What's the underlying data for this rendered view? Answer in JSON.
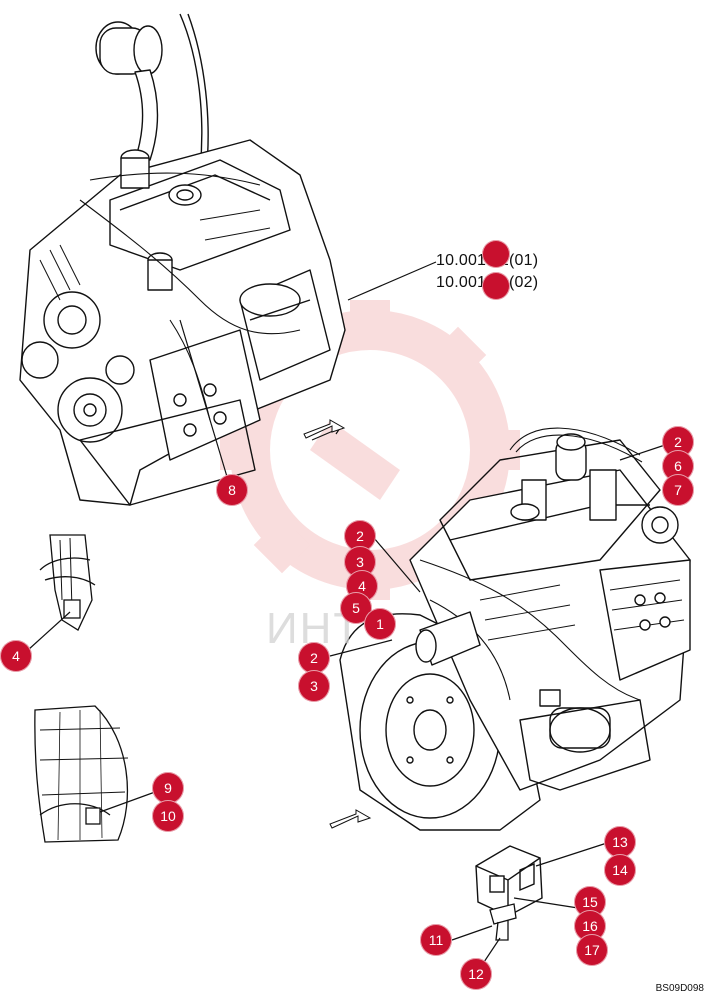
{
  "colors": {
    "callout_fill": "#c8102e",
    "callout_text": "#ffffff",
    "line": "#111111",
    "watermark": "#f2b4b4"
  },
  "reference_lines": [
    {
      "text": "10.001.01(01)"
    },
    {
      "text": "10.001.01(02)"
    }
  ],
  "callouts": [
    {
      "id": "c8",
      "label": "8"
    },
    {
      "id": "c4-left",
      "label": "4"
    },
    {
      "id": "c2-top",
      "label": "2"
    },
    {
      "id": "c6",
      "label": "6"
    },
    {
      "id": "c7",
      "label": "7"
    },
    {
      "id": "c2-mid",
      "label": "2"
    },
    {
      "id": "c3-mid",
      "label": "3"
    },
    {
      "id": "c4-mid",
      "label": "4"
    },
    {
      "id": "c5",
      "label": "5"
    },
    {
      "id": "c1",
      "label": "1"
    },
    {
      "id": "c2-low",
      "label": "2"
    },
    {
      "id": "c3-low",
      "label": "3"
    },
    {
      "id": "c9",
      "label": "9"
    },
    {
      "id": "c10",
      "label": "10"
    },
    {
      "id": "c13",
      "label": "13"
    },
    {
      "id": "c14",
      "label": "14"
    },
    {
      "id": "c15",
      "label": "15"
    },
    {
      "id": "c16",
      "label": "16"
    },
    {
      "id": "c17",
      "label": "17"
    },
    {
      "id": "c11",
      "label": "11"
    },
    {
      "id": "c12",
      "label": "12"
    }
  ],
  "watermark_text": "ИНТ",
  "drawing_code": "BS09D098"
}
